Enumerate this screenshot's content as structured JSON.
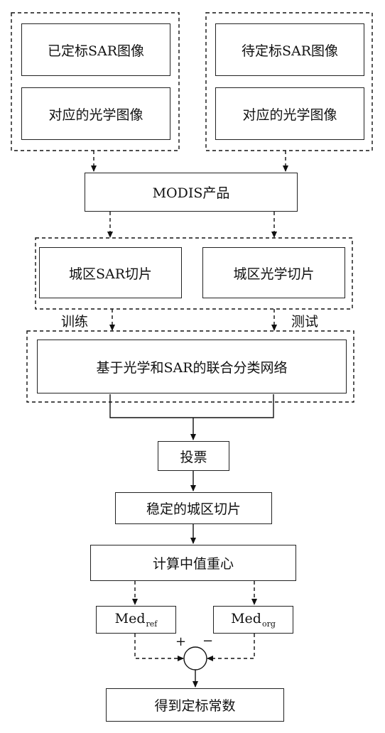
{
  "left_group": {
    "calibrated_sar": "已定标SAR图像",
    "optical_left": "对应的光学图像"
  },
  "right_group": {
    "uncalibrated_sar": "待定标SAR图像",
    "optical_right": "对应的光学图像"
  },
  "modis": "MODIS产品",
  "slices": {
    "urban_sar": "城区SAR切片",
    "urban_optical": "城区光学切片"
  },
  "edge_labels": {
    "train": "训练",
    "test": "测试",
    "plus": "+",
    "minus": "−"
  },
  "network": "基于光学和SAR的联合分类网络",
  "vote": "投票",
  "stable_slices": "稳定的城区切片",
  "median_center": "计算中值重心",
  "med_ref": {
    "base": "Med",
    "sub": "ref"
  },
  "med_org": {
    "base": "Med",
    "sub": "org"
  },
  "result": "得到定标常数"
}
